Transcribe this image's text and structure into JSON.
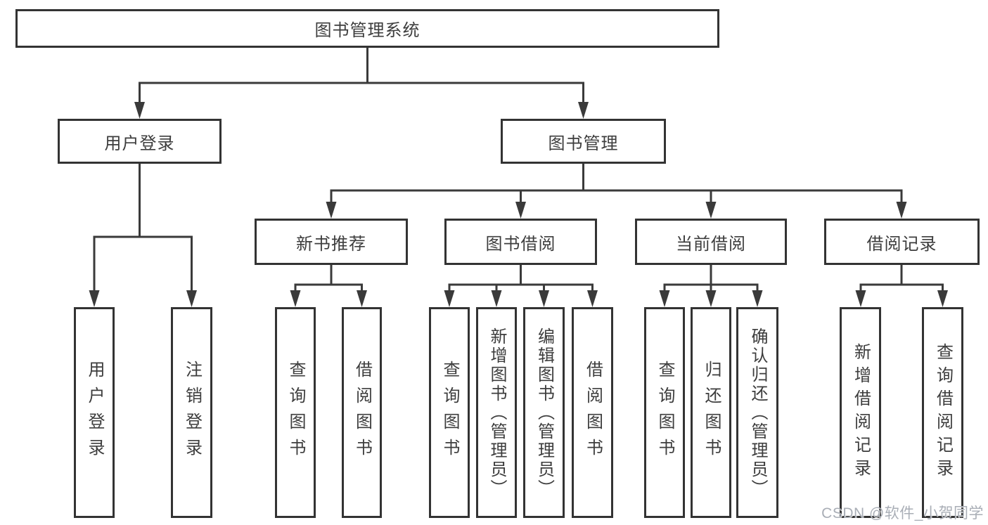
{
  "diagram": {
    "root": {
      "label": "图书管理系统"
    },
    "level2": {
      "user_login": {
        "label": "用户登录"
      },
      "book_mgmt": {
        "label": "图书管理"
      }
    },
    "level3": {
      "new_book_rec": {
        "label": "新书推荐"
      },
      "book_borrow": {
        "label": "图书借阅"
      },
      "current_borrow": {
        "label": "当前借阅"
      },
      "borrow_records": {
        "label": "借阅记录"
      }
    },
    "leaves": {
      "login_1": {
        "label": "用户登录"
      },
      "login_2": {
        "label": "注销登录"
      },
      "rec_1": {
        "label": "查询图书"
      },
      "rec_2": {
        "label": "借阅图书"
      },
      "borrow_1": {
        "label": "查询图书"
      },
      "borrow_2": {
        "label": "新增图书（管理员）"
      },
      "borrow_3": {
        "label": "编辑图书（管理员）"
      },
      "borrow_4": {
        "label": "借阅图书"
      },
      "current_1": {
        "label": "查询图书"
      },
      "current_2": {
        "label": "归还图书"
      },
      "current_3": {
        "label": "确认归还（管理员）"
      },
      "records_1": {
        "label": "新增借阅记录"
      },
      "records_2": {
        "label": "查询借阅记录"
      }
    }
  },
  "watermark": {
    "text": "CSDN @软件_小贺同学",
    "color": "#a9aeb6"
  },
  "colors": {
    "line": "#3a3a3a",
    "box_border": "#333333",
    "text": "#3d3d3d",
    "background": "#ffffff"
  }
}
